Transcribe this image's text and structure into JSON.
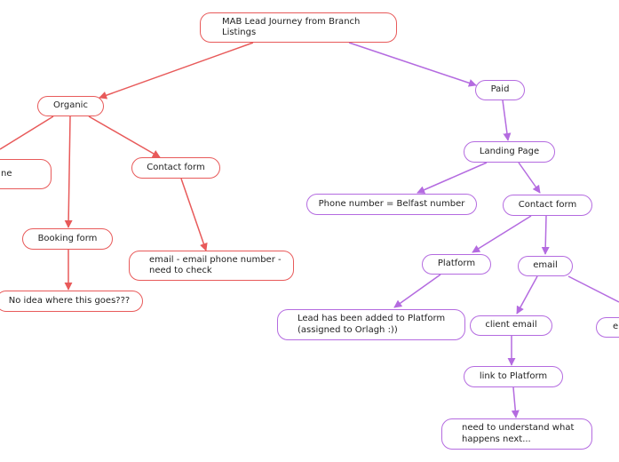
{
  "colors": {
    "organic": "#e85a5a",
    "paid": "#b46be0",
    "background": "#ffffff",
    "text": "#222222"
  },
  "nodes": {
    "root": "MAB Lead Journey from Branch Listings",
    "organic": "Organic",
    "phone_partial": "ne",
    "booking_form": "Booking form",
    "no_idea": "No idea where this goes???",
    "organic_contact_form": "Contact form",
    "email_check": "email - email phone number - need to check",
    "paid": "Paid",
    "landing_page": "Landing Page",
    "phone_belfast": "Phone number = Belfast number",
    "paid_contact_form": "Contact form",
    "platform": "Platform",
    "email": "email",
    "lead_added": "Lead has been added to Platform (assigned to Orlagh :))",
    "client_email": "client email",
    "email_partial": "e",
    "link_platform": "link to Platform",
    "need_understand": "need to understand what happens next..."
  }
}
